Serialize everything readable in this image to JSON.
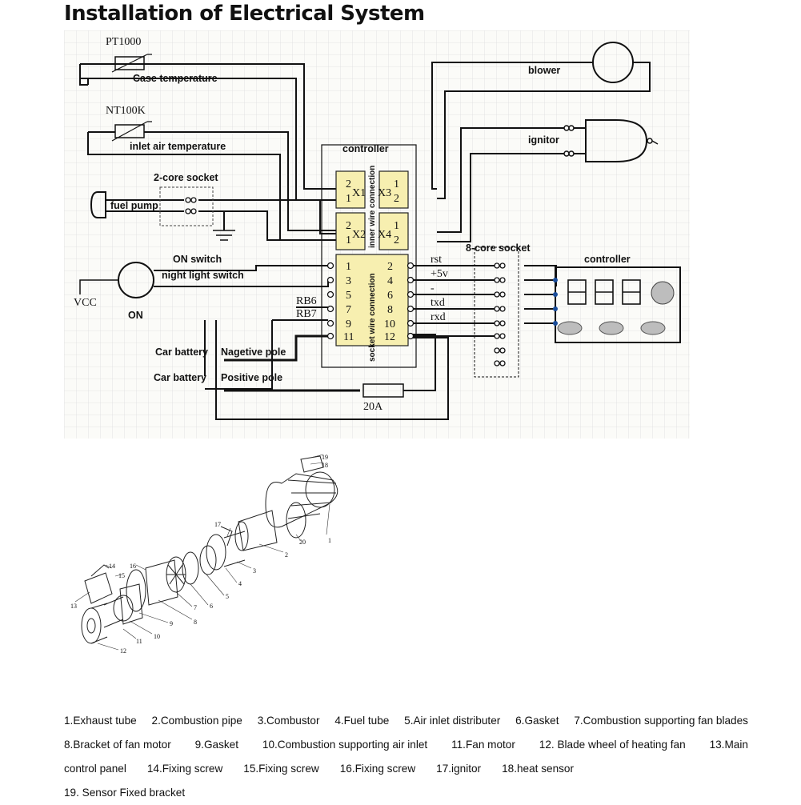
{
  "title": "Installation of Electrical System",
  "schematic": {
    "labels": {
      "pt1000": "PT1000",
      "case_temp": "Case temperature",
      "nt100k": "NT100K",
      "inlet_air": "inlet air temperature",
      "blower": "blower",
      "ignitor": "ignitor",
      "controller_main": "controller",
      "two_core": "2-core socket",
      "fuel_pump": "fuel pump",
      "on_switch": "ON switch",
      "night_light": "night light switch",
      "vcc": "VCC",
      "on": "ON",
      "rb6": "RB6",
      "rb7": "RB7",
      "neg_pole_a": "Car battery",
      "neg_pole_b": "Nagetive pole",
      "pos_pole_a": "Car battery",
      "pos_pole_b": "Positive pole",
      "fuse": "20A",
      "eight_core": "8-core socket",
      "controller_panel": "controller",
      "inner_wire": "inner wire connection",
      "socket_wire": "socket wire connection",
      "x1": "X1",
      "x2": "X2",
      "x3": "X3",
      "x4": "X4",
      "sig_rst": "rst",
      "sig_5v": "+5v",
      "sig_minus": "-",
      "sig_txd": "txd",
      "sig_rxd": "rxd"
    },
    "x_pins_left": [
      "2",
      "1"
    ],
    "x_pins_right": [
      "1",
      "2"
    ],
    "socket_left": [
      "1",
      "3",
      "5",
      "7",
      "9",
      "11"
    ],
    "socket_right": [
      "2",
      "4",
      "6",
      "8",
      "10",
      "12"
    ]
  },
  "parts_numbers": [
    "19",
    "18",
    "1",
    "20",
    "17",
    "2",
    "3",
    "4",
    "5",
    "6",
    "7",
    "8",
    "9",
    "10",
    "11",
    "12",
    "13",
    "14",
    "15",
    "16"
  ],
  "legend": {
    "line1": [
      "1.Exhaust tube",
      "2.Combustion pipe",
      "3.Combustor",
      "4.Fuel tube",
      "5.Air inlet distributer",
      "6.Gasket",
      "7.Combustion supporting fan blades"
    ],
    "line2": [
      "8.Bracket of fan motor",
      "9.Gasket",
      "10.Combustion supporting air inlet",
      "11.Fan motor",
      "12. Blade wheel of heating fan",
      "13.Main"
    ],
    "line3": [
      "control panel",
      "14.Fixing screw",
      "15.Fixing screw",
      "16.Fixing screw",
      "17.ignitor",
      "18.heat sensor"
    ],
    "line4": [
      "19. Sensor Fixed bracket"
    ]
  },
  "colors": {
    "grid": "#dcdcdc",
    "yellow": "#f7efb0",
    "panel_gray": "#bdbdbd"
  }
}
